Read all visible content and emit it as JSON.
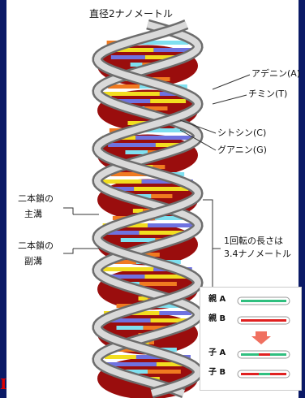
{
  "title": "直径2ナノメートル",
  "bases": {
    "a": "アデニン(A)",
    "t": "チミン(T)",
    "c": "シトシン(C)",
    "g": "グアニン(G)"
  },
  "groove": {
    "major_1": "二本鎖の",
    "major_2": "主溝",
    "minor_1": "二本鎖の",
    "minor_2": "副溝"
  },
  "turn": {
    "line1": "1回転の長さは",
    "line2": "3.4ナノメートル"
  },
  "replication": {
    "parent_a": "親 A",
    "parent_b": "親 B",
    "child_a": "子 A",
    "child_b": "子 B"
  },
  "corner_mark": "I",
  "colors": {
    "border": "#0b1a66",
    "strand": "#b5b5b5",
    "core": "#9a0d0d",
    "orange": "#f07a20",
    "yellow": "#f2de20",
    "blue": "#6f72e0",
    "cyan": "#7fe0f0",
    "green": "#2fbf7f",
    "red": "#e02020",
    "arrow": "#f07060"
  }
}
